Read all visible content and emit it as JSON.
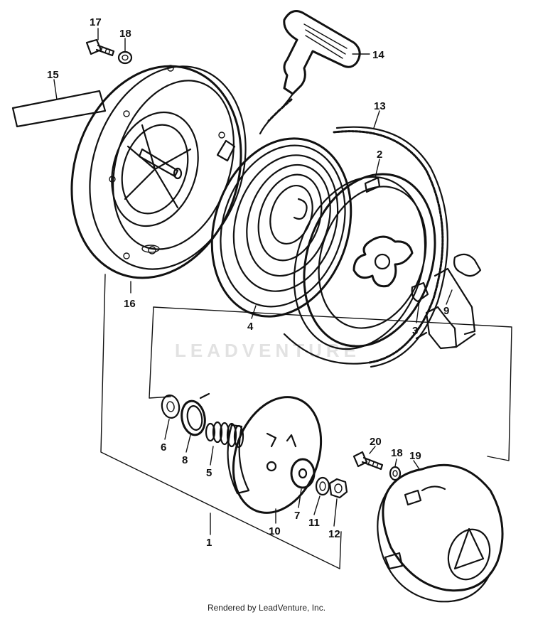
{
  "callouts": {
    "c1": "1",
    "c2": "2",
    "c3": "3",
    "c4": "4",
    "c5": "5",
    "c6": "6",
    "c7": "7",
    "c8": "8",
    "c9": "9",
    "c10": "10",
    "c11": "11",
    "c12": "12",
    "c13": "13",
    "c14": "14",
    "c15": "15",
    "c16": "16",
    "c17": "17",
    "c18a": "18",
    "c18b": "18",
    "c19": "19",
    "c20": "20"
  },
  "watermark": "LEADVENTURE",
  "footer": "Rendered by LeadVenture, Inc."
}
